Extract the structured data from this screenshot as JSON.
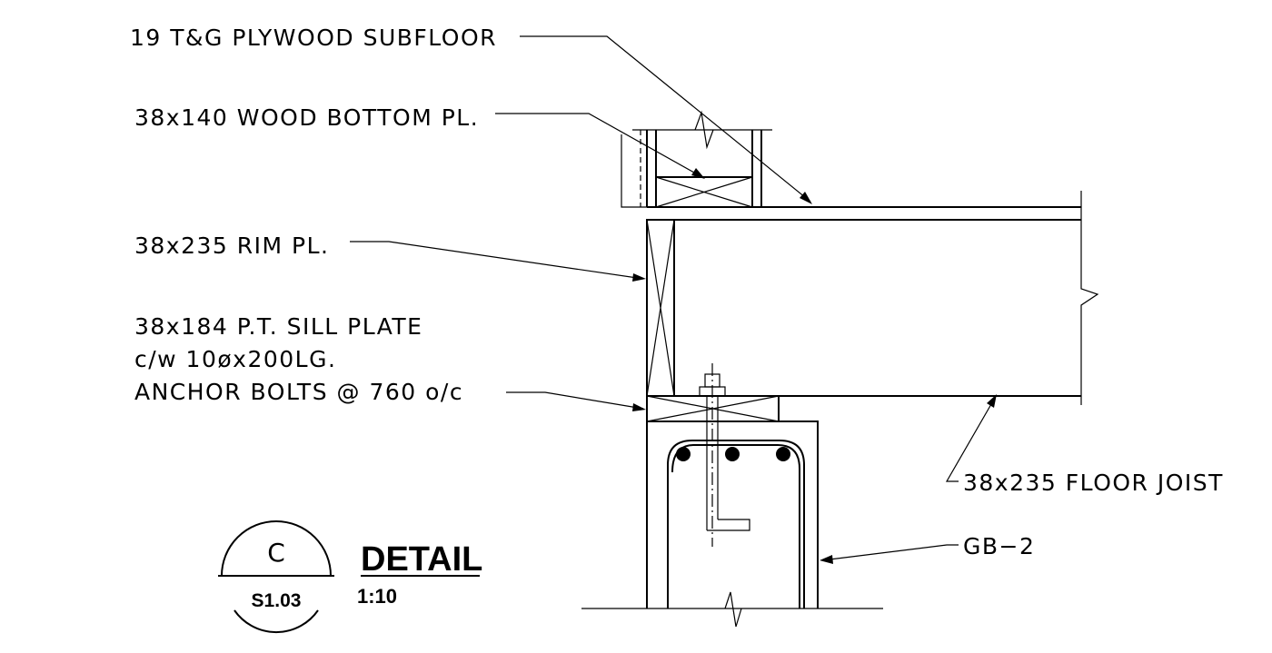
{
  "labels": {
    "subfloor": "19 T&G PLYWOOD SUBFLOOR",
    "bottom_plate": "38x140 WOOD BOTTOM PL.",
    "rim": "38x235 RIM PL.",
    "sill_line1": "38x184 P.T. SILL PLATE",
    "sill_line2": "c/w 10øx200LG.",
    "sill_line3": "ANCHOR BOLTS @ 760 o/c",
    "joist": "38x235 FLOOR JOIST",
    "grade_beam": "GB−2"
  },
  "detail": {
    "letter": "C",
    "sheet": "S1.03",
    "title": "DETAIL",
    "scale": "1:10"
  }
}
